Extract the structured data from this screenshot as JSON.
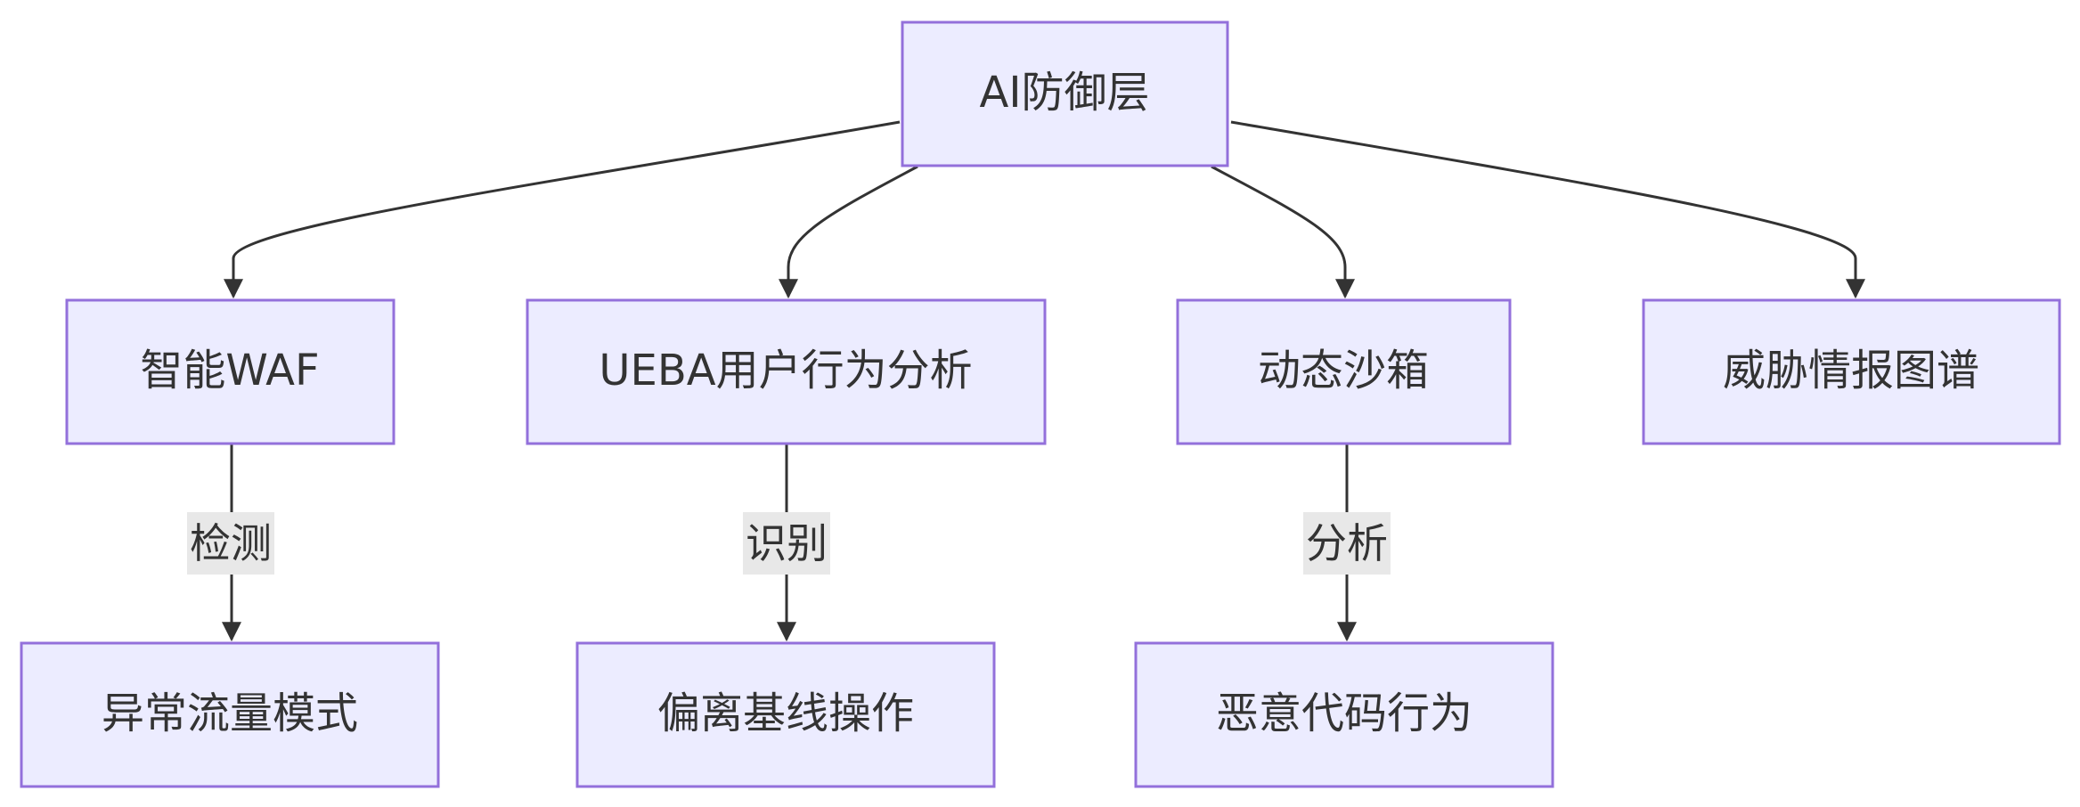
{
  "diagram": {
    "type": "flowchart",
    "nodes": {
      "root": "AI防御层",
      "waf": "智能WAF",
      "ueba": "UEBA用户行为分析",
      "sandbox": "动态沙箱",
      "intel": "威胁情报图谱",
      "anomaly": "异常流量模式",
      "baseline": "偏离基线操作",
      "malware": "恶意代码行为"
    },
    "edge_labels": {
      "waf_anomaly": "检测",
      "ueba_baseline": "识别",
      "sandbox_malware": "分析"
    },
    "edges": [
      {
        "from": "root",
        "to": "waf",
        "label": ""
      },
      {
        "from": "root",
        "to": "ueba",
        "label": ""
      },
      {
        "from": "root",
        "to": "sandbox",
        "label": ""
      },
      {
        "from": "root",
        "to": "intel",
        "label": ""
      },
      {
        "from": "waf",
        "to": "anomaly",
        "label": "检测"
      },
      {
        "from": "ueba",
        "to": "baseline",
        "label": "识别"
      },
      {
        "from": "sandbox",
        "to": "malware",
        "label": "分析"
      }
    ],
    "colors": {
      "node_fill": "#ececff",
      "node_border": "#9370db",
      "edge": "#333333",
      "edge_label_bg": "#e8e8e8",
      "text": "#333333"
    }
  }
}
